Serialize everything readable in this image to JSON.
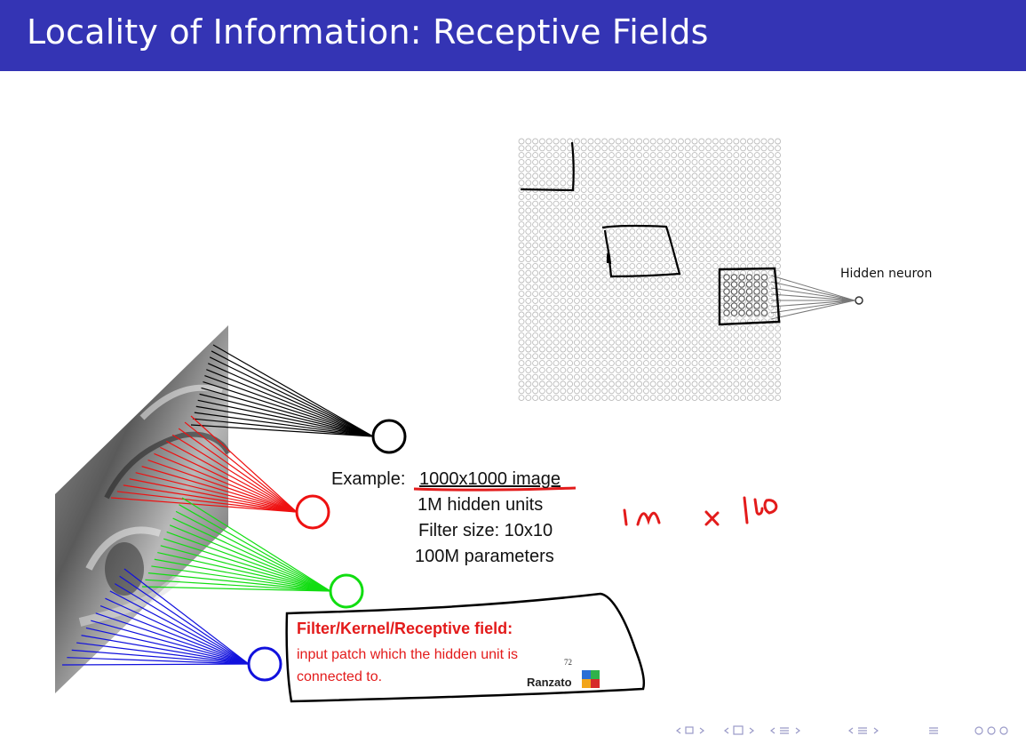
{
  "slide": {
    "title": "Locality of Information: Receptive Fields"
  },
  "figure": {
    "hidden_neuron_label": "Hidden neuron"
  },
  "example": {
    "label": "Example:",
    "image": "1000x1000 image",
    "hidden_units": "1M hidden units",
    "filter_size": "Filter size: 10x10",
    "parameters": "100M parameters"
  },
  "definition": {
    "title": "Filter/Kernel/Receptive field:",
    "body": "input patch which the hidden unit is connected to.",
    "page_number": "72",
    "credit": "Ranzato"
  },
  "handwriting": {
    "annotation": "1M x 100"
  },
  "colors": {
    "title_bar": "#3434b4",
    "annotation_red": "#e31b1b",
    "conn_black": "#000000",
    "conn_red": "#ee1111",
    "conn_green": "#11dd11",
    "conn_blue": "#1111dd"
  }
}
